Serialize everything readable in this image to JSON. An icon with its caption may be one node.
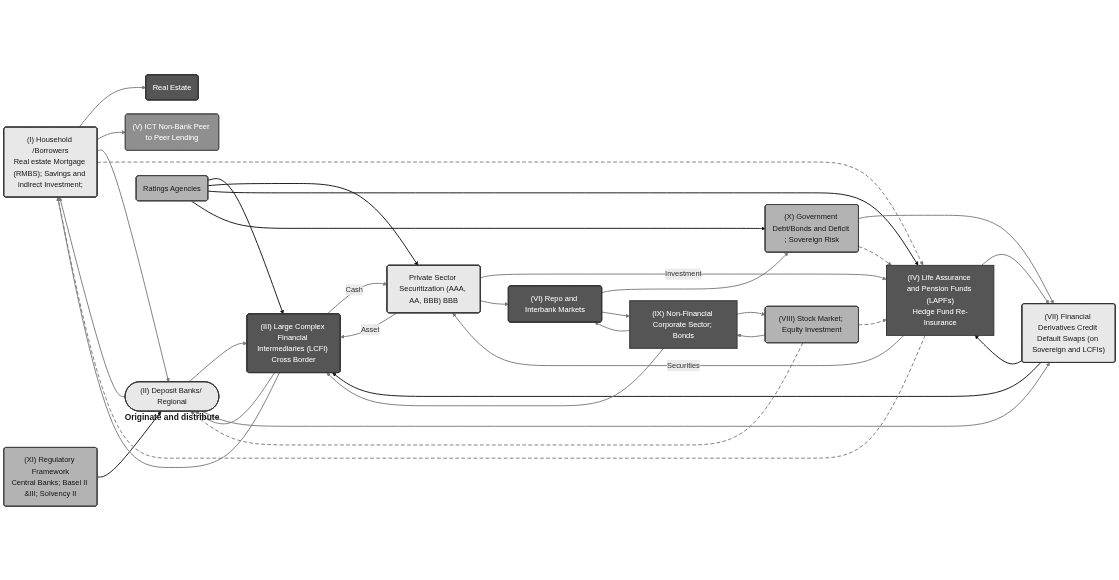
{
  "diagram": {
    "nodes": [
      {
        "text": [
          "Real Estate"
        ]
      },
      {
        "text": [
          "(I) Household /Borrowers",
          "Real estate Mortgage (RMBS); Savings and indirect Investment;"
        ]
      },
      {
        "text": [
          "(XI) Regulatory Framework",
          "Central Banks; Basel II &III; Solvency II"
        ]
      },
      {
        "text": [
          "(X) Government Debt/Bonds and Deficit ; Sovereign Risk"
        ]
      },
      {
        "text": [
          "(IX) Non-Financial Corporate Sector; Bonds"
        ]
      },
      {
        "text": [
          "(V) ICT Non-Bank Peer to Peer Lending"
        ]
      },
      {
        "text": [
          "(VI) Repo and Interbank Markets"
        ]
      },
      {
        "text": [
          "(VII) Financial Derivatives Credit Default Swaps (on Sovereign and LCFIs)"
        ]
      },
      {
        "text": [
          "(VIII) Stock Market; Equity Investment"
        ]
      },
      {
        "text": [
          "(II) Deposit Banks/ Regional"
        ],
        "beside": [
          "Originate and distribute"
        ]
      },
      {
        "text": [
          "(III) Large Complex Financial Intermediaries (LCFI) Cross Border"
        ]
      },
      {
        "text": [
          "Private Sector Securitization (AAA, AA, BBB) BBB"
        ]
      },
      {
        "text": [
          "(IV) Life Assurance and Pension Funds (LAPFs)",
          "Hedge Fund Re-Insurance"
        ]
      },
      {
        "text": [
          "Ratings Agencies"
        ]
      }
    ],
    "edges": [
      {
        "from": 1,
        "to": 0,
        "arrow": "to"
      },
      {
        "from": 1,
        "to": 5,
        "arrow": "to"
      },
      {
        "from": 1,
        "to": 9,
        "arrow": "to"
      },
      {
        "from": 9,
        "to": 1,
        "arrow": "to"
      },
      {
        "from": 2,
        "to": 9,
        "arrow": "to",
        "color": "#111111"
      },
      {
        "from": 10,
        "to": 9,
        "arrow": "to"
      },
      {
        "from": 9,
        "to": 10,
        "arrow": "to"
      },
      {
        "from": 11,
        "to": 10,
        "label": "Asset",
        "arrow": "to"
      },
      {
        "from": 10,
        "to": 11,
        "label": "Cash",
        "arrow": "to"
      },
      {
        "from": 11,
        "to": 12,
        "label": "Investment",
        "arrow": "to"
      },
      {
        "from": 12,
        "to": 11,
        "label": "Securities",
        "arrow": "to"
      },
      {
        "from": 13,
        "to": 10,
        "arrow": "to",
        "color": "#111111"
      },
      {
        "from": 13,
        "to": 11,
        "arrow": "to",
        "color": "#111111"
      },
      {
        "from": 13,
        "to": 12,
        "arrow": "to",
        "color": "#111111"
      },
      {
        "from": 13,
        "to": 3,
        "arrow": "to",
        "color": "#111111"
      },
      {
        "from": 7,
        "to": 10,
        "arrow": "to",
        "color": "#111111"
      },
      {
        "from": 7,
        "to": 12,
        "arrow": "to",
        "color": "#111111"
      },
      {
        "from": 3,
        "to": 7,
        "arrow": "to"
      },
      {
        "from": 6,
        "to": 3,
        "arrow": "to"
      },
      {
        "from": 6,
        "to": 4,
        "arrow": "to"
      },
      {
        "from": 4,
        "to": 6,
        "arrow": "to"
      },
      {
        "from": 4,
        "to": 8,
        "arrow": "to"
      },
      {
        "from": 8,
        "to": 4,
        "arrow": "to"
      },
      {
        "from": 9,
        "to": 7,
        "arrow": "to"
      },
      {
        "from": 10,
        "to": 1,
        "arrow": "to"
      },
      {
        "from": 11,
        "to": 6,
        "arrow": "to"
      },
      {
        "from": 12,
        "to": 7,
        "arrow": "to"
      },
      {
        "from": 4,
        "to": 10,
        "arrow": "to"
      },
      {
        "from": 12,
        "to": 1,
        "arrow": "to",
        "style": "dashed"
      },
      {
        "from": 8,
        "to": 9,
        "arrow": "to",
        "style": "dashed"
      },
      {
        "from": 1,
        "to": 12,
        "arrow": "to",
        "style": "dashed"
      },
      {
        "from": 3,
        "to": 12,
        "arrow": "to",
        "style": "dashed"
      },
      {
        "from": 8,
        "to": 12,
        "arrow": "to",
        "style": "dashed"
      }
    ]
  }
}
